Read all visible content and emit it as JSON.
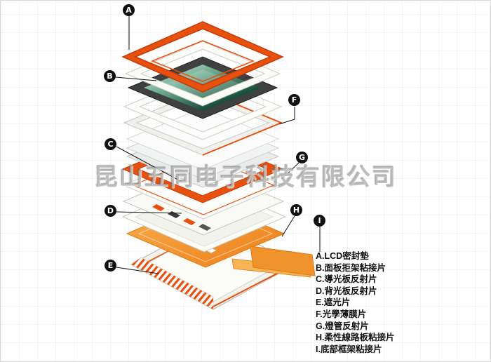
{
  "page": {
    "watermark": "昆山五同电子科技有限公司"
  },
  "colors": {
    "background": "#ffffff",
    "accent_orange": "#e8500f",
    "flex_circuit_orange": "#f0932d",
    "lcd_screen_green": "#174d3b",
    "callout_bg": "#111111",
    "callout_text": "#ffffff",
    "watermark_gray": "#969696"
  },
  "callouts": [
    {
      "letter": "A"
    },
    {
      "letter": "B"
    },
    {
      "letter": "C"
    },
    {
      "letter": "D"
    },
    {
      "letter": "E"
    },
    {
      "letter": "F"
    },
    {
      "letter": "G"
    },
    {
      "letter": "H"
    },
    {
      "letter": "I"
    }
  ],
  "legend": [
    "A.LCD密封墊",
    "B.面板拒架粘接片",
    "C.導光板反射片",
    "D.背光板反射片",
    "E.遮光片",
    "F.光學薄膜片",
    "G.燈管反射片",
    "H.柔性線路板粘接片",
    "I.底部框架粘接片"
  ]
}
